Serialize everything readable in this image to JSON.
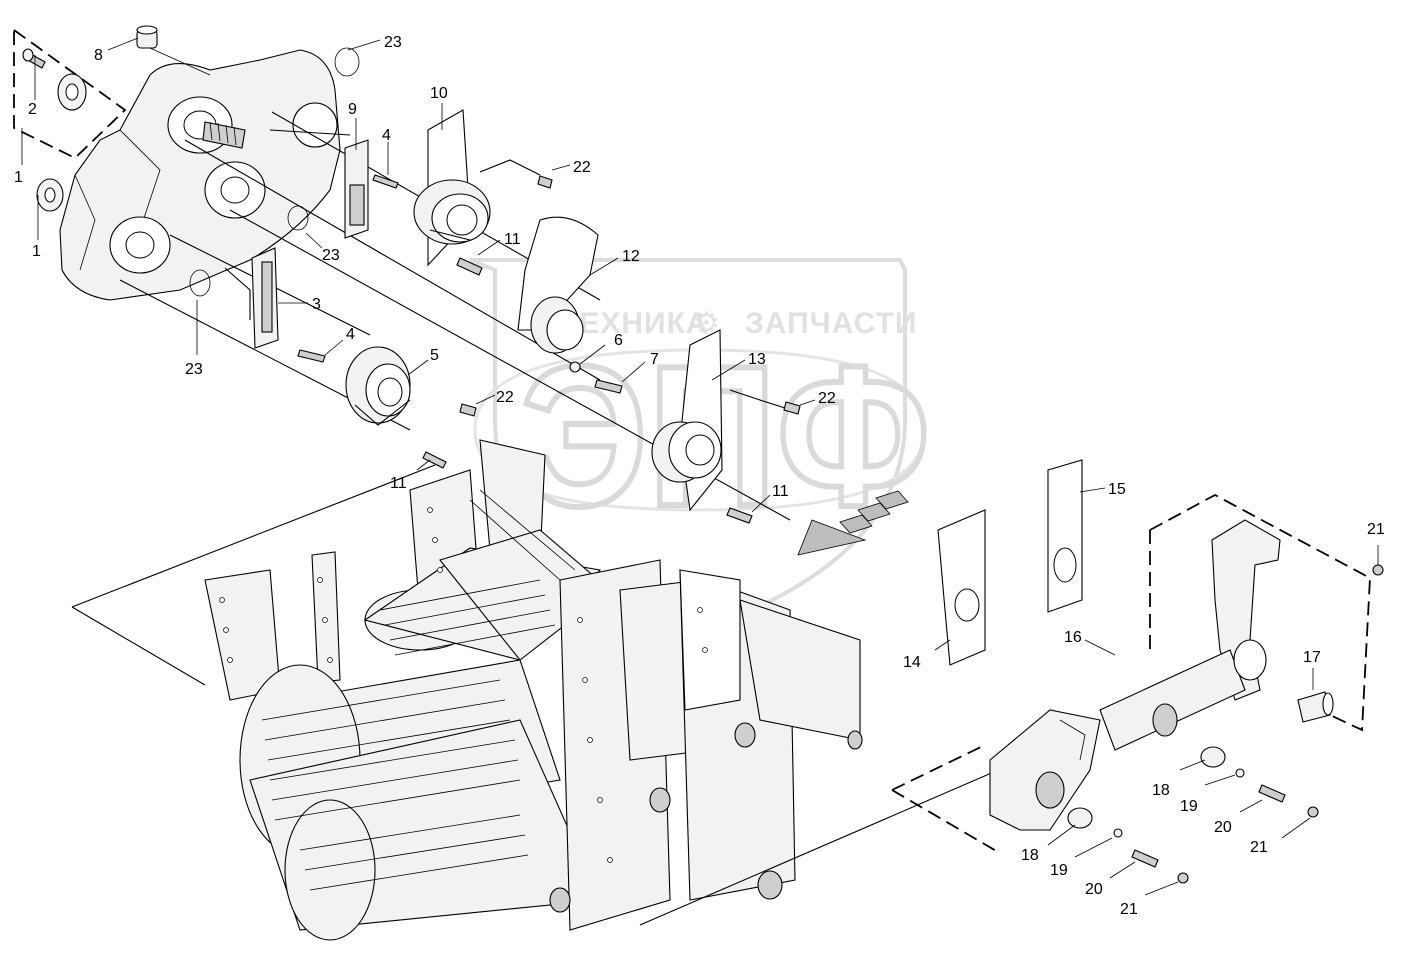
{
  "watermark": {
    "line1_left": "ТЕХНИКА",
    "line1_right": "ЗАПЧАСТИ",
    "big": "ЭПФ"
  },
  "callouts": [
    "1",
    "1",
    "2",
    "3",
    "4",
    "4",
    "5",
    "6",
    "7",
    "8",
    "9",
    "10",
    "11",
    "11",
    "11",
    "12",
    "13",
    "14",
    "15",
    "16",
    "17",
    "18",
    "18",
    "19",
    "19",
    "20",
    "20",
    "21",
    "21",
    "21",
    "22",
    "22",
    "22",
    "23",
    "23",
    "23"
  ],
  "icons": [
    "nut-icon",
    "bolt-icon",
    "washer-icon",
    "bearing-flange-icon",
    "shield-plate-icon",
    "bracket-arm-icon",
    "bushing-icon",
    "rotor-drum-icon",
    "arrow-direction-icon"
  ]
}
